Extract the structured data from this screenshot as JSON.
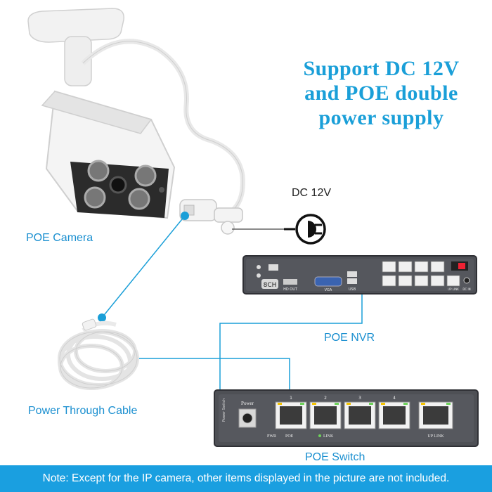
{
  "title": {
    "line1": "Support DC 12V",
    "line2": "and POE double",
    "line3": "power supply"
  },
  "labels": {
    "poe_camera": "POE Camera",
    "dc_12v": "DC 12V",
    "poe_nvr": "POE NVR",
    "power_through_cable": "Power Through Cable",
    "poe_switch": "POE Switch"
  },
  "nvr": {
    "channel_badge": "8CH",
    "hdmi_label": "HD OUT",
    "vga_label": "VGA",
    "usb_label": "USB",
    "uplink_label": "UP LINK",
    "dcin_label": "DC IN"
  },
  "switch": {
    "power_label": "Power",
    "pwr_label": "PWR",
    "poe_label": "POE",
    "link_label": "LINK",
    "uplink_label": "UP LINK",
    "port_numbers": [
      "1",
      "2",
      "3",
      "4"
    ]
  },
  "footer": {
    "note": "Note: Except for the IP camera, other items displayed in the picture are not included."
  },
  "colors": {
    "accent_blue": "#1a9fd8",
    "footer_blue": "#1a9fe0"
  }
}
